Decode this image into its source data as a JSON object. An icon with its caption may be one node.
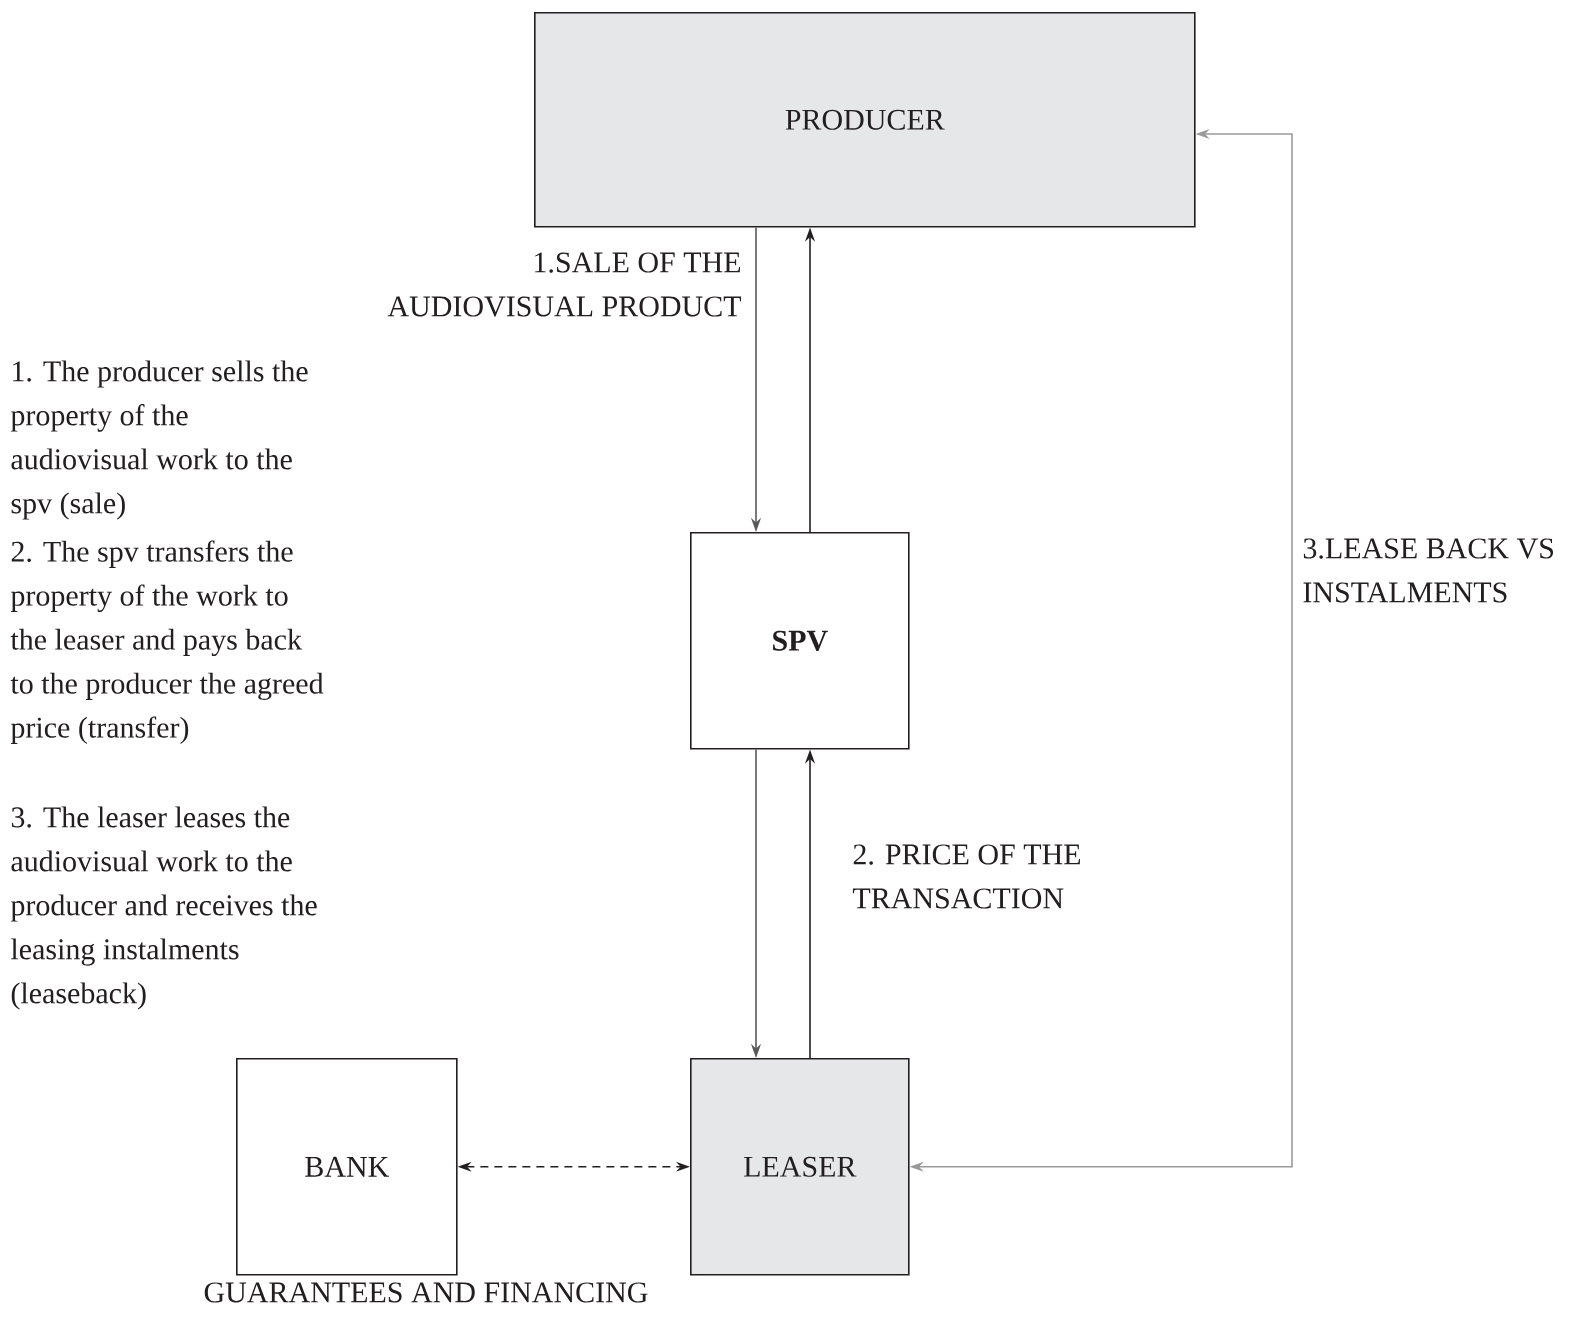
{
  "diagram": {
    "nodes": [
      {
        "text": [
          "PRODUCER"
        ]
      },
      {
        "text": [
          "SPV"
        ]
      },
      {
        "text": [
          "BANK"
        ]
      },
      {
        "text": [
          "LEASER"
        ]
      }
    ],
    "edges": [
      {
        "from": 0,
        "to": 1,
        "arrow": "to",
        "label": "1.SALE OF THE AUDIOVISUAL PRODUCT",
        "color": "#595959"
      },
      {
        "from": 1,
        "to": 0,
        "arrow": "to"
      },
      {
        "from": 1,
        "to": 3,
        "arrow": "to",
        "color": "#595959"
      },
      {
        "from": 3,
        "to": 1,
        "arrow": "to",
        "label": "2. PRICE OF THE TRANSACTION"
      },
      {
        "from": 0,
        "to": 3,
        "arrow": "both",
        "label": "3.LEASE BACK VS INSTALMENTS",
        "color": "#9a9a9a"
      },
      {
        "from": 2,
        "to": 3,
        "arrow": "both",
        "style": "dashed"
      }
    ],
    "labels": [
      "1. The producer sells the property of the audiovisual work to the spv (sale)",
      "2. The spv transfers the property of the work to the leaser and pays back to the producer the agreed price (transfer)",
      "3. The leaser leases the audiovisual work to the producer and receives the leasing instalments (leaseback)",
      "GUARANTEES AND FINANCING"
    ]
  }
}
